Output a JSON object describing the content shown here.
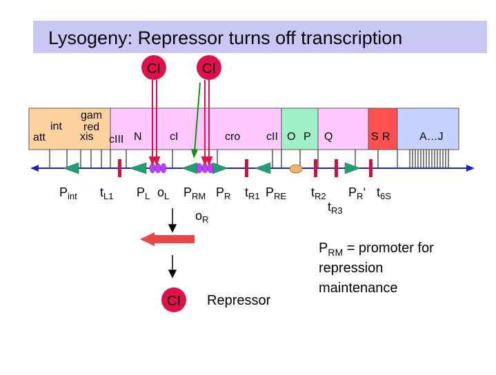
{
  "title": "Lysogeny: Repressor turns off transcription",
  "repressor_label": "CI",
  "repressor_text": "Repressor",
  "genome_labels": {
    "att": "att",
    "int": "int",
    "xis": "xis",
    "gam": "gam",
    "red": "red",
    "cIII": "cIII",
    "N": "N",
    "cI": "cI",
    "cro": "cro",
    "cII": "cII",
    "O": "O",
    "P": "P",
    "Q": "Q",
    "S": "S",
    "R": "R",
    "AJ": "A…J"
  },
  "sites": {
    "pint": {
      "main": "P",
      "sub": "int"
    },
    "tl1": {
      "main": "t",
      "sub": "L1"
    },
    "pl": {
      "main": "P",
      "sub": "L"
    },
    "ol": {
      "main": "o",
      "sub": "L"
    },
    "prm": {
      "main": "P",
      "sub": "RM"
    },
    "pr": {
      "main": "P",
      "sub": "R"
    },
    "tr1": {
      "main": "t",
      "sub": "R1"
    },
    "pre": {
      "main": "P",
      "sub": "RE"
    },
    "tr2": {
      "main": "t",
      "sub": "R2"
    },
    "prprime": {
      "main": "P",
      "sub": "R",
      "suffix": "‘"
    },
    "t6s": {
      "main": "t",
      "sub": "6S"
    },
    "tr3": {
      "main": "t",
      "sub": "R3"
    },
    "or": {
      "main": "o",
      "sub": "R"
    }
  },
  "definition": {
    "main": "P",
    "sub": "RM",
    "rest": " = promoter for",
    "line2": "repression",
    "line3": "maintenance"
  },
  "colors": {
    "title_bg": "#c8c8f5",
    "left_region": "#ffd2a0",
    "middle_region": "#ffc8ff",
    "replication_region": "#a0f0c8",
    "lysis_region": "#ff5050",
    "late_region": "#c8d2ff",
    "axis": "#1e1ec8",
    "repressor": "#e0104a",
    "terminator": "#d01040",
    "promoter": "#1ea070",
    "operator": "#c040ff",
    "cII_oval": "#f0b070",
    "arrow_green": "#109010",
    "arrow_red": "#e84848"
  }
}
